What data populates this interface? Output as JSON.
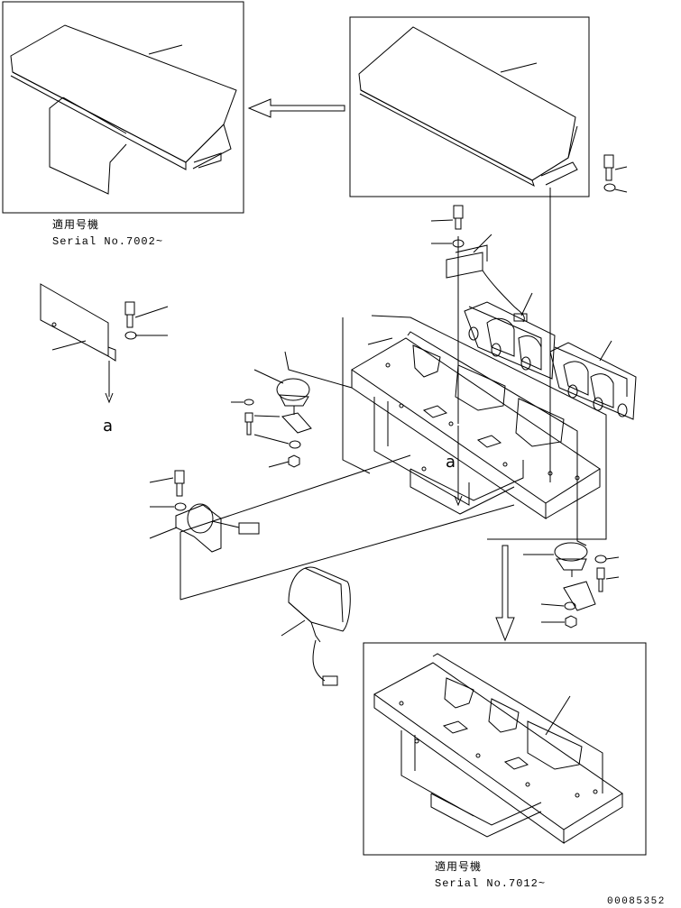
{
  "inset_top_left": {
    "applicable_label": "適用号機",
    "serial_label": "Serial No.7002~"
  },
  "inset_bottom_right": {
    "applicable_label": "適用号機",
    "serial_label": "Serial No.7012~"
  },
  "detail_marker_a": "a",
  "detail_marker_a_target": "a",
  "drawing_code": "00085352",
  "colors": {
    "line": "#000000",
    "background": "#ffffff"
  }
}
